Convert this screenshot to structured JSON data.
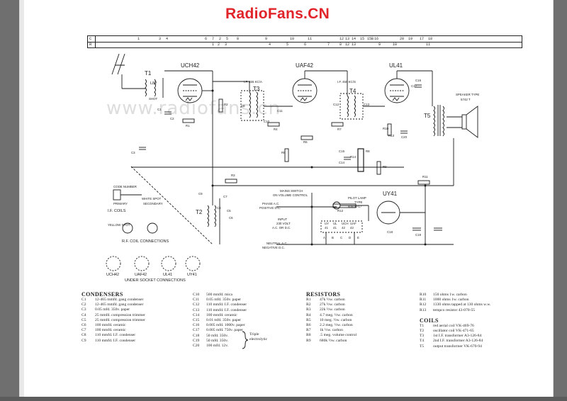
{
  "site_logo": "RadioFans.CN",
  "watermark": "www.radiofans.cn",
  "grid_reference": {
    "row_c_key": "C",
    "row_r_key": "R",
    "row_c": [
      {
        "n": "1"
      },
      {
        "n": "3"
      },
      {
        "n": "4"
      },
      {
        "n": "6"
      },
      {
        "n": "7"
      },
      {
        "n": "2"
      },
      {
        "n": "5"
      },
      {
        "n": "8"
      },
      {
        "n": "9"
      },
      {
        "n": "10"
      },
      {
        "n": "11"
      },
      {
        "n": "12"
      },
      {
        "n": "13"
      },
      {
        "n": "14"
      },
      {
        "n": "15"
      },
      {
        "n": "15B"
      },
      {
        "n": "16"
      },
      {
        "n": "20"
      },
      {
        "n": "19"
      },
      {
        "n": "17"
      },
      {
        "n": "18"
      }
    ],
    "row_r": [
      {
        "n": "1"
      },
      {
        "n": "2"
      },
      {
        "n": "3"
      },
      {
        "n": "4"
      },
      {
        "n": "5"
      },
      {
        "n": "6"
      },
      {
        "n": "7"
      },
      {
        "n": "8"
      },
      {
        "n": "12"
      },
      {
        "n": "13"
      },
      {
        "n": "9"
      },
      {
        "n": "10"
      },
      {
        "n": "11"
      }
    ]
  },
  "valves": {
    "v1": "UCH42",
    "v2": "UAF42",
    "v3": "UL41",
    "v4": "UY41"
  },
  "labels": {
    "t1": "T1",
    "t2": "T2",
    "t3": "T3",
    "t4": "T4",
    "t5": "T5",
    "l82": "L82",
    "shot": "SHOT",
    "if1": "I.F. 455 KC/A",
    "if2": "I.F. 455 KC/S",
    "speaker": "SPEAKER TYPE",
    "speaker_type": "5742 T",
    "mains_switch": "MAINS SWITCH",
    "on_volume": "ON VOLUME CONTROL",
    "pilot_lamp": "PILOT LAMP",
    "lamp_type": "TYPE",
    "lamp_num": "8060D-17",
    "phase_ac": "PHASE A.C.",
    "positive_dc": "POSITIVE D.C.",
    "input": "INPUT",
    "volt": "230 VOLT",
    "acdc": "A.C. OR D.C.",
    "neutral_ac": "NEUTRAL A.C.",
    "negative_dc": "NEGATIVE D.C.",
    "if_coils": "I.F. COILS",
    "rf_coil": "R.F. COIL CONNECTIONS",
    "under_socket": "UNDER SOCKET CONNECTIONS",
    "code_number": "CODE NUMBER",
    "white_spot": "WHITE SPOT",
    "primary": "PRIMARY",
    "secondary": "SECONDARY",
    "yellow_spot": "YELLOW SPOT",
    "r_labels": [
      "R1",
      "R2",
      "R3",
      "R4",
      "R5",
      "R6",
      "R7",
      "R8",
      "R9",
      "R10",
      "R11",
      "R12",
      "R13",
      "R14"
    ],
    "c_labels": [
      "C1",
      "C2",
      "C3",
      "C4",
      "C5",
      "C6",
      "C7",
      "C8",
      "C9",
      "C10",
      "C11",
      "C12",
      "C13",
      "C14",
      "C15",
      "C16",
      "C17",
      "C18",
      "C19",
      "C20"
    ],
    "heater_codes": [
      "UY",
      "UL",
      "UCH",
      "UAF"
    ],
    "heater_nums": [
      "41",
      "41",
      "42",
      "42"
    ],
    "heater_letters": [
      "A",
      "B",
      "C",
      "D",
      "E"
    ]
  },
  "condensers": {
    "heading": "CONDENSERS",
    "col1": [
      {
        "ref": "C1",
        "text": "12-465 mmfd. gang condenser"
      },
      {
        "ref": "C2",
        "text": "12-465 mmfd. gang condenser"
      },
      {
        "ref": "C3",
        "text": "0.05 mfd. 350v. paper"
      },
      {
        "ref": "C4",
        "text": "25 mmfd. compression trimmer"
      },
      {
        "ref": "C5",
        "text": "25 mmfd. compression trimmer"
      },
      {
        "ref": "C6",
        "text": "100 mmfd. ceramic"
      },
      {
        "ref": "C7",
        "text": "100 mmfd. ceramic"
      },
      {
        "ref": "C8",
        "text": "110 mmfd. I.F. condenser"
      },
      {
        "ref": "C9",
        "text": "110 mmfd. I.F. condenser"
      }
    ],
    "col2": [
      {
        "ref": "C10",
        "text": "500 mmfd. mica"
      },
      {
        "ref": "C11",
        "text": "0.05 mfd. 350v. paper"
      },
      {
        "ref": "C12",
        "text": "110 mmfd. I.F. condenser"
      },
      {
        "ref": "C13",
        "text": "110 mmfd. I.F. condenser"
      },
      {
        "ref": "C14",
        "text": "100 mmfd. ceramic"
      },
      {
        "ref": "C15",
        "text": "0.01 mfd. 350v. paper"
      },
      {
        "ref": "C16",
        "text": "0.005 mfd. 1000v. paper"
      },
      {
        "ref": "C17",
        "text": "0.005 mfd. 750v. paper"
      },
      {
        "ref": "C18",
        "text": "50 mfd. 350v."
      },
      {
        "ref": "C19",
        "text": "50 mfd. 350v."
      },
      {
        "ref": "C20",
        "text": "100 mfd. 12v."
      }
    ],
    "triple_1": "Triple",
    "triple_2": "electrolytic"
  },
  "resistors": {
    "heading": "RESISTORS",
    "col1": [
      {
        "ref": "R1",
        "text": "47k ½w. carbon"
      },
      {
        "ref": "R2",
        "text": "27k ½w. carbon"
      },
      {
        "ref": "R3",
        "text": "22k ½w. carbon"
      },
      {
        "ref": "R4",
        "text": "4.7 meg. ½w. carbon"
      },
      {
        "ref": "R5",
        "text": "10 meg. ½w. carbon"
      },
      {
        "ref": "R6",
        "text": "2.2 meg. ½w. carbon"
      },
      {
        "ref": "R7",
        "text": "1k ½w. carbon"
      },
      {
        "ref": "R8",
        "text": ".5 meg. volume control"
      },
      {
        "ref": "R9",
        "text": "680k ½w. carbon"
      }
    ],
    "col2": [
      {
        "ref": "R10",
        "text": "150 ohms 1w. carbon"
      },
      {
        "ref": "R11",
        "text": "1000 ohms 1w. carbon"
      },
      {
        "ref": "R12",
        "text": "1330 ohms tapped at 130 ohms w.w."
      },
      {
        "ref": "R13",
        "text": "tempco resistor 43-070-55"
      }
    ]
  },
  "coils": {
    "heading": "COILS",
    "items": [
      {
        "ref": "T1",
        "text": "red aerial coil VK-469-76"
      },
      {
        "ref": "T2",
        "text": "oscillator coil VK-471-65"
      },
      {
        "ref": "T3",
        "text": "1st I.F. transformer A3-126-84"
      },
      {
        "ref": "T4",
        "text": "2nd I.F. transformer A3-126-84"
      },
      {
        "ref": "T5",
        "text": "output transformer VK-670-94"
      }
    ]
  }
}
